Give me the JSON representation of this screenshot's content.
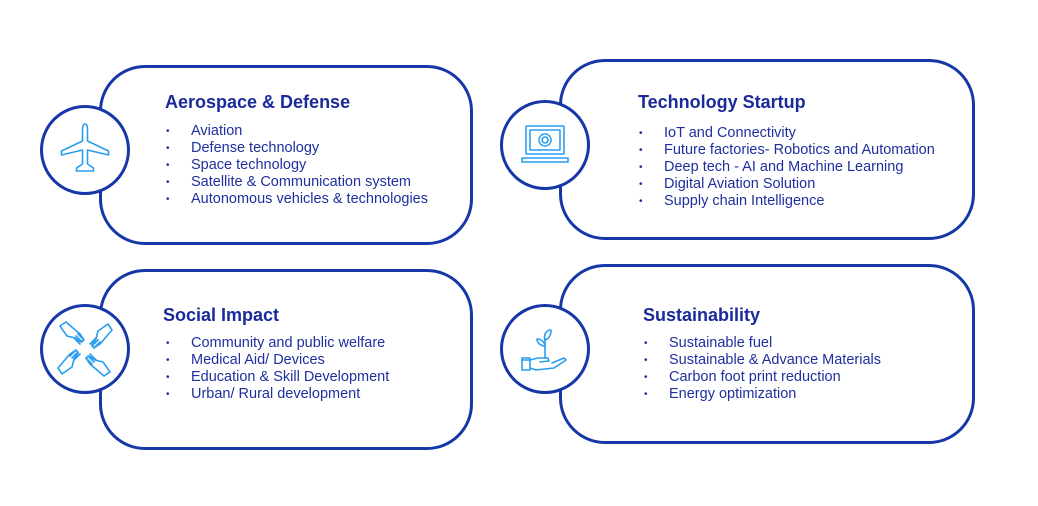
{
  "cards": [
    {
      "title": "Aerospace & Defense",
      "icon": "airplane-icon",
      "items": [
        "Aviation",
        "Defense technology",
        "Space technology",
        "Satellite & Communication system",
        "Autonomous vehicles & technologies"
      ]
    },
    {
      "title": "Technology Startup",
      "icon": "computer-gear-icon",
      "items": [
        "IoT and Connectivity",
        "Future factories- Robotics and Automation",
        "Deep tech - AI and Machine Learning",
        "Digital Aviation Solution",
        "Supply chain Intelligence"
      ]
    },
    {
      "title": "Social Impact",
      "icon": "joined-hands-icon",
      "items": [
        "Community and public welfare",
        "Medical Aid/ Devices",
        "Education & Skill Development",
        "Urban/ Rural development"
      ]
    },
    {
      "title": "Sustainability",
      "icon": "hand-plant-icon",
      "items": [
        "Sustainable fuel",
        "Sustainable & Advance Materials",
        "Carbon foot print reduction",
        "Energy optimization"
      ]
    }
  ],
  "bullet": "•"
}
